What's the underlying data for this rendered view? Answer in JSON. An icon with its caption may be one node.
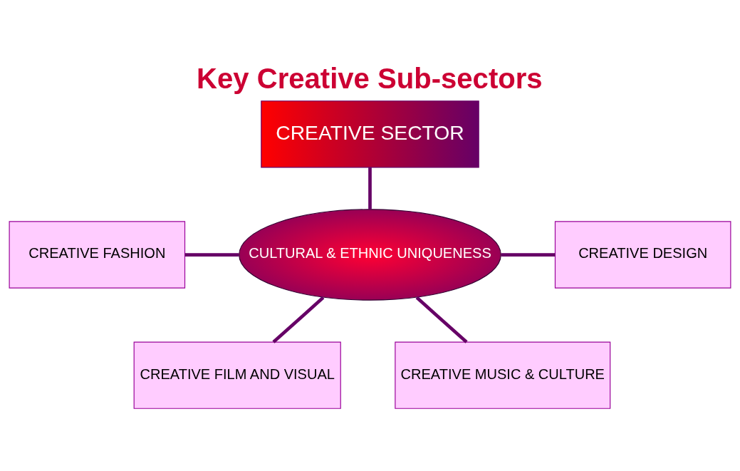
{
  "diagram": {
    "title": "Key Creative Sub-sectors",
    "nodes": [
      {
        "text": [
          "CREATIVE SECTOR"
        ]
      },
      {
        "text": [
          "CULTURAL & ETHNIC UNIQUENESS"
        ]
      },
      {
        "text": [
          "CREATIVE FASHION"
        ]
      },
      {
        "text": [
          "CREATIVE DESIGN"
        ]
      },
      {
        "text": [
          "CREATIVE FILM AND VISUAL"
        ]
      },
      {
        "text": [
          "CREATIVE MUSIC & CULTURE"
        ]
      }
    ],
    "edges": [
      {
        "from": 0,
        "to": 1,
        "arrow": "none"
      },
      {
        "from": 2,
        "to": 1,
        "arrow": "none"
      },
      {
        "from": 1,
        "to": 3,
        "arrow": "none"
      },
      {
        "from": 1,
        "to": 4,
        "arrow": "none"
      },
      {
        "from": 1,
        "to": 5,
        "arrow": "none"
      }
    ]
  }
}
